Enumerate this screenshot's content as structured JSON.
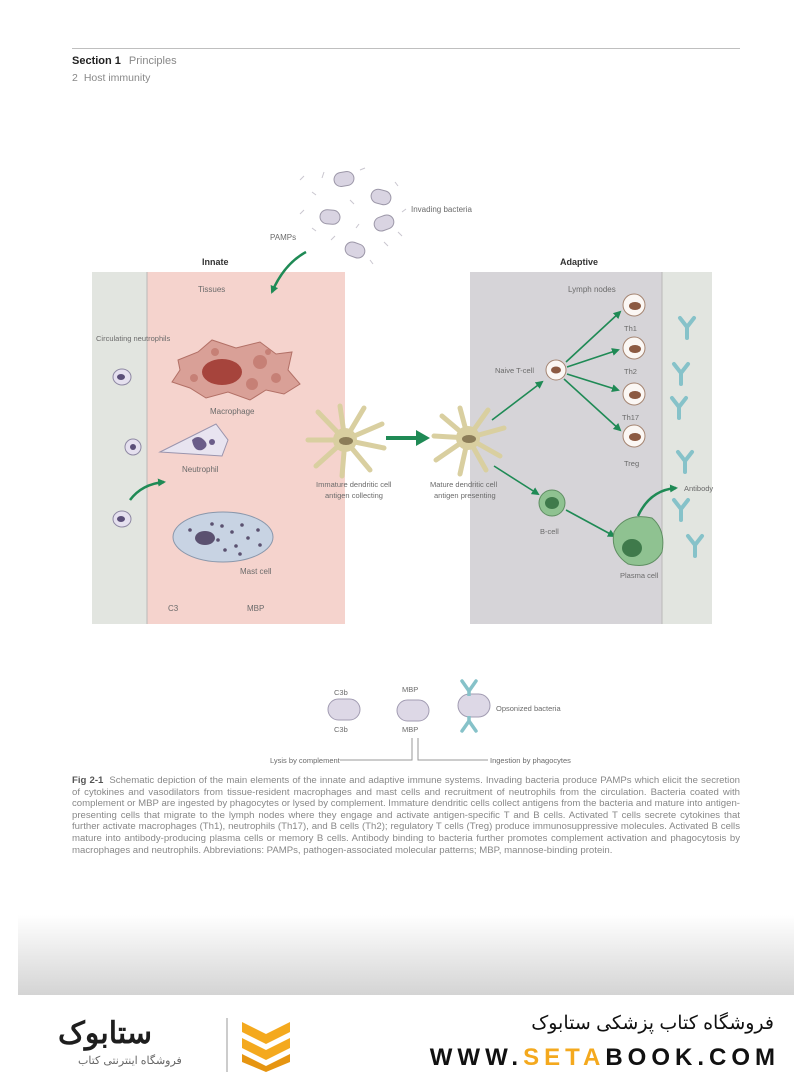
{
  "header": {
    "section": "Section 1",
    "section_name": "Principles",
    "chapter_number": "2",
    "chapter_title": "Host immunity"
  },
  "figure": {
    "labels": {
      "innate": "Innate",
      "adaptive": "Adaptive",
      "tissues": "Tissues",
      "lymph_nodes": "Lymph nodes",
      "invading_bacteria": "Invading bacteria",
      "pamps": "PAMPs",
      "circulating_neutrophils": "Circulating neutrophils",
      "macrophage": "Macrophage",
      "neutrophil": "Neutrophil",
      "mast_cell": "Mast cell",
      "c3": "C3",
      "mbp": "MBP",
      "immature_dc_1": "Immature dendritic cell",
      "immature_dc_2": "antigen collecting",
      "mature_dc_1": "Mature dendritic cell",
      "mature_dc_2": "antigen presenting",
      "naive_t_cell": "Naive T-cell",
      "th1": "Th1",
      "th2": "Th2",
      "th17": "Th17",
      "treg": "Treg",
      "b_cell": "B-cell",
      "plasma_cell": "Plasma cell",
      "antibody": "Antibody"
    },
    "legend": {
      "c3b_top": "C3b",
      "c3b_bottom": "C3b",
      "mbp_top": "MBP",
      "mbp_bottom": "MBP",
      "opsonized_bacteria": "Opsonized bacteria",
      "lysis": "Lysis by complement",
      "ingestion": "Ingestion by phagocytes"
    },
    "colors": {
      "tissue_bg": "#f5d3cd",
      "lymph_bg": "#d6d4d8",
      "vessel": "#e2e5e0",
      "arrow": "#1f8a55",
      "antibody": "#86c2c9",
      "dendritic": "#d9cfa0"
    }
  },
  "caption": {
    "label": "Fig 2-1",
    "text": "Schematic depiction of the main elements of the innate and adaptive immune systems. Invading bacteria produce PAMPs which elicit the secretion of cytokines and vasodilators from tissue-resident macrophages and mast cells and recruitment of neutrophils from the circulation. Bacteria coated with complement or MBP are ingested by phagocytes or lysed by complement. Immature dendritic cells collect antigens from the bacteria and mature into antigen-presenting cells that migrate to the lymph nodes where they engage and activate antigen-specific T and B cells. Activated T cells secrete cytokines that further activate macrophages (Th1), neutrophils (Th17), and B cells (Th2); regulatory T cells (Treg) produce immunosuppressive molecules. Activated B cells mature into antibody-producing plasma cells or memory B cells. Antibody binding to bacteria further promotes complement activation and phagocytosis by macrophages and neutrophils. Abbreviations: PAMPs, pathogen-associated molecular patterns; MBP, mannose-binding protein."
  },
  "footer": {
    "logo_word": "ستابوک",
    "logo_subtitle": "فروشگاه اینترنتی کتاب",
    "store_name": "فروشگاه کتاب پزشکی ستابوک",
    "url_part1": "WWW.",
    "url_highlight": "SETA",
    "url_part2": "BOOK.COM"
  }
}
